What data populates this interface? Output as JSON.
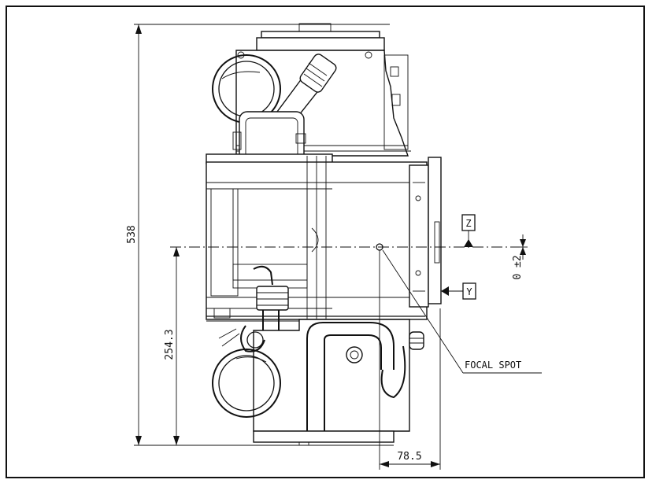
{
  "dimensions": {
    "overall_height": "538",
    "focal_height": "254.3",
    "focal_offset": "78.5",
    "tolerance": "0 ±2"
  },
  "labels": {
    "datum_z": "Z",
    "datum_y": "Y",
    "focal_spot": "FOCAL SPOT"
  }
}
